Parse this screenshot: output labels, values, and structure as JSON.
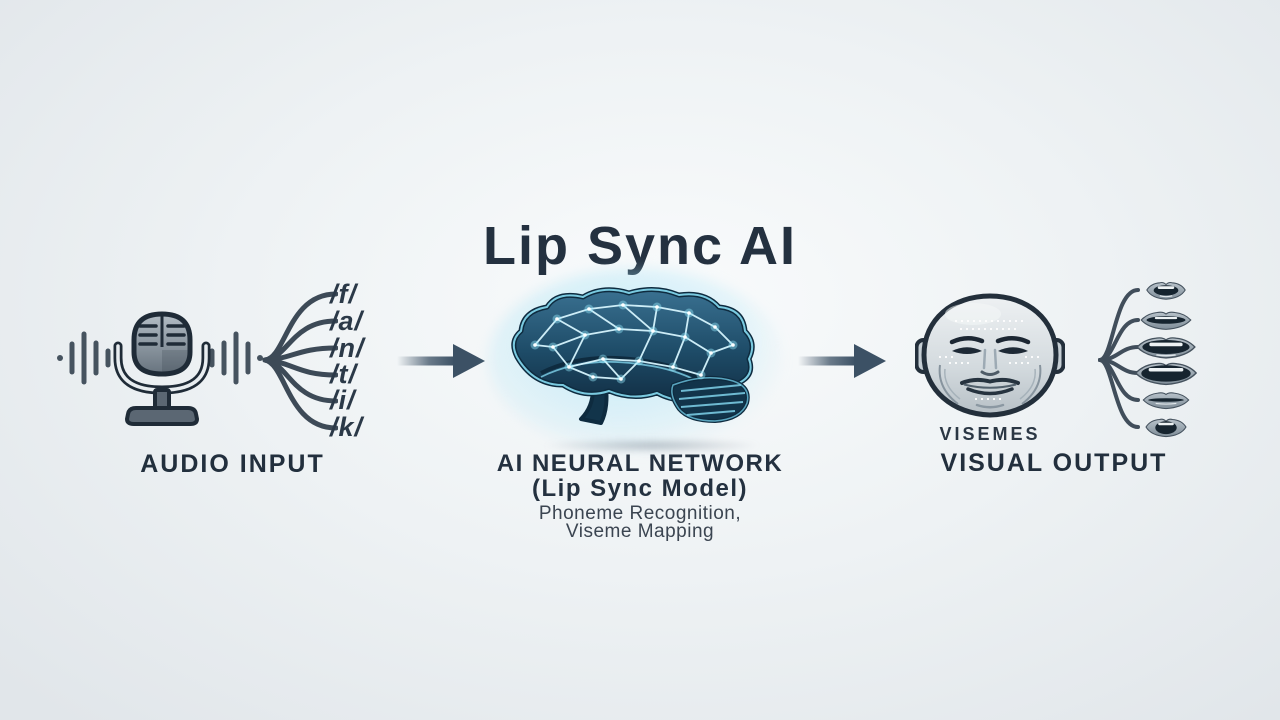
{
  "title": "Lip Sync AI",
  "audio_input": {
    "label": "AUDIO INPUT",
    "icon": "microphone-with-sound-waves",
    "phonemes": [
      "/f/",
      "/a/",
      "/n/",
      "/t/",
      "/i/",
      "/k/"
    ]
  },
  "neural_network": {
    "title": "AI NEURAL NETWORK",
    "subtitle": "(Lip Sync Model)",
    "description_line1": "Phoneme Recognition,",
    "description_line2": "Viseme Mapping",
    "icon": "glowing-neural-network-brain"
  },
  "visual_output": {
    "label": "VISUAL OUTPUT",
    "visemes_label": "VISEMES",
    "icon": "android-face",
    "viseme_mouths": [
      "mouth-open-round",
      "mouth-slightly-open",
      "mouth-wide-open-teeth",
      "mouth-wide-open",
      "mouth-nearly-closed",
      "mouth-open-oval"
    ]
  },
  "colors": {
    "background": "#e9edf0",
    "title_text": "#243140",
    "label_text": "#222f3d",
    "arrow": "#3c5165",
    "brain_outline_glow": "#86dcf2",
    "brain_fill_dark": "#12344a",
    "network_line": "#d6f5fe",
    "face_fill": "#d9e0e4",
    "lip_fill": "#98a6b0"
  }
}
